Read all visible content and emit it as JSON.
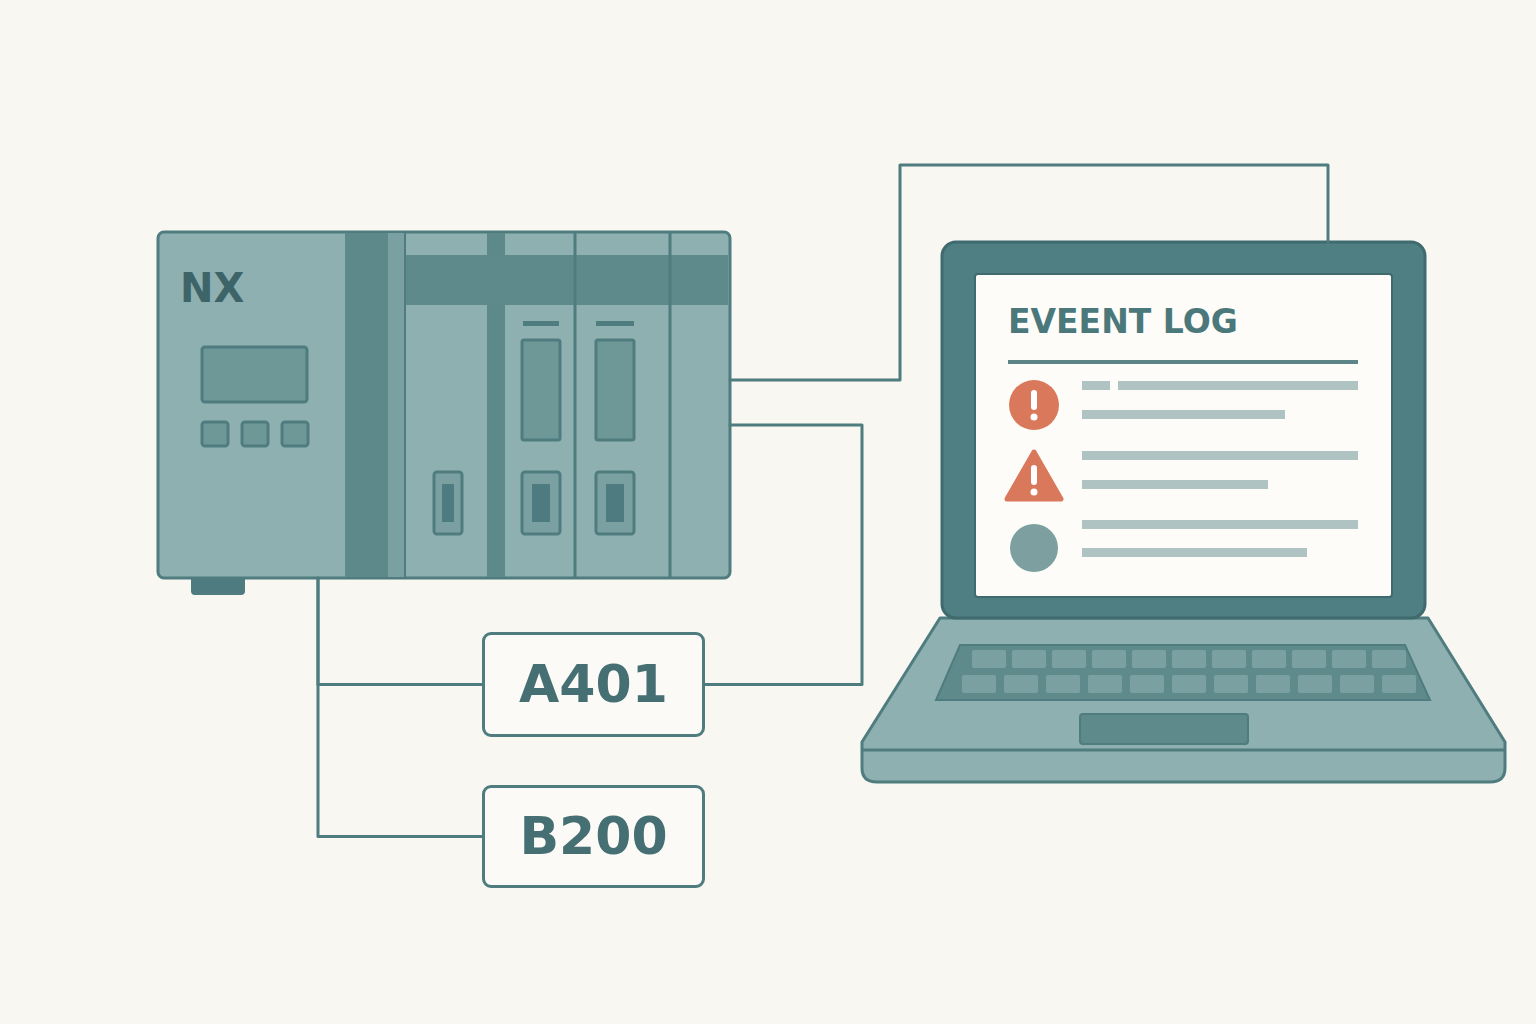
{
  "diagram": {
    "nodes": [
      {
        "text": [
          "NX"
        ]
      },
      {
        "text": [
          "EVEENT LOG"
        ]
      },
      {
        "text": [
          "A401"
        ]
      },
      {
        "text": [
          "B200"
        ]
      }
    ],
    "edges": [
      {
        "from": 0,
        "to": 1,
        "arrow": "none"
      },
      {
        "from": 0,
        "to": 2,
        "arrow": "none"
      },
      {
        "from": 0,
        "to": 3,
        "arrow": "none"
      },
      {
        "from": 2,
        "to": 0,
        "arrow": "none"
      }
    ]
  }
}
